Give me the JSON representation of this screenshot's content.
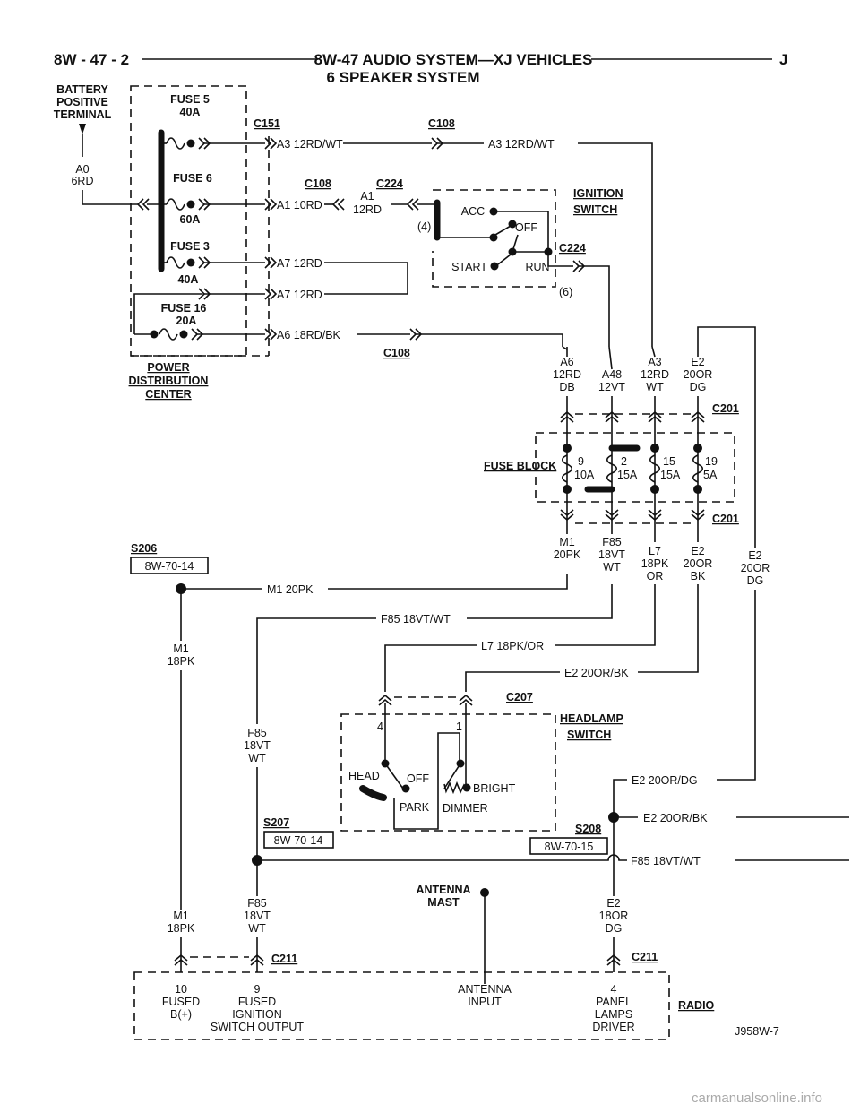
{
  "header": {
    "page": "8W - 47 - 2",
    "title": "8W-47 AUDIO SYSTEM—XJ VEHICLES",
    "section": "J",
    "subtitle": "6 SPEAKER SYSTEM"
  },
  "pdc": {
    "battery": [
      "BATTERY",
      "POSITIVE",
      "TERMINAL"
    ],
    "a0": [
      "A0",
      "6RD"
    ],
    "fuse5": [
      "FUSE 5",
      "40A"
    ],
    "fuse6": [
      "FUSE 6",
      "60A"
    ],
    "fuse3": [
      "FUSE 3",
      "40A"
    ],
    "fuse16": [
      "FUSE 16",
      "20A"
    ],
    "name": [
      "POWER",
      "DISTRIBUTION",
      "CENTER"
    ]
  },
  "connectors": {
    "c151": "C151",
    "c108": "C108",
    "c224": "C224",
    "c201": "C201",
    "c207": "C207",
    "c211": "C211"
  },
  "wires": {
    "a3": "A3 12RD/WT",
    "a1": "A1 10RD",
    "a1b": [
      "A1",
      "12RD"
    ],
    "a7": "A7 12RD",
    "a6": "A6 18RD/BK",
    "m1": "M1 20PK",
    "f85": "F85 18VT/WT",
    "l7": "L7 18PK/OR",
    "e2bk": "E2 20OR/BK",
    "e2dg": "E2 20OR/DG"
  },
  "ignition": {
    "name": [
      "IGNITION",
      "SWITCH"
    ],
    "acc": "ACC",
    "off": "OFF",
    "start": "START",
    "run": "RUN",
    "pin4": "(4)",
    "pin6": "(6)"
  },
  "fuse_block": {
    "name": "FUSE BLOCK",
    "inputs": [
      [
        "A6",
        "12RD",
        "DB"
      ],
      [
        "A48",
        "12VT"
      ],
      [
        "A3",
        "12RD",
        "WT"
      ],
      [
        "E2",
        "20OR",
        "DG"
      ]
    ],
    "fuses": [
      [
        "9",
        "10A"
      ],
      [
        "2",
        "15A"
      ],
      [
        "15",
        "15A"
      ],
      [
        "19",
        "5A"
      ]
    ],
    "outputs": [
      [
        "M1",
        "20PK"
      ],
      [
        "F85",
        "18VT",
        "WT"
      ],
      [
        "L7",
        "18PK",
        "OR"
      ],
      [
        "E2",
        "20OR",
        "BK"
      ]
    ],
    "side": [
      "E2",
      "20OR",
      "DG"
    ]
  },
  "splices": {
    "s206": {
      "name": "S206",
      "ref": "8W-70-14"
    },
    "s207": {
      "name": "S207",
      "ref": "8W-70-14"
    },
    "s208": {
      "name": "S208",
      "ref": "8W-70-15"
    }
  },
  "headlamp": {
    "name": [
      "HEADLAMP",
      "SWITCH"
    ],
    "pin4": "4",
    "pin1": "1",
    "head": "HEAD",
    "off": "OFF",
    "park": "PARK",
    "dimmer": "DIMMER",
    "bright": "BRIGHT"
  },
  "labels": {
    "m1_18pk": [
      "M1",
      "18PK"
    ],
    "f85_18vt_wt": [
      "F85",
      "18VT",
      "WT"
    ],
    "e2_18or_dg": [
      "E2",
      "18OR",
      "DG"
    ],
    "antenna_mast": [
      "ANTENNA",
      "MAST"
    ]
  },
  "radio": {
    "name": "RADIO",
    "pins": [
      [
        "10",
        "FUSED",
        "B(+)"
      ],
      [
        "9",
        "FUSED",
        "IGNITION",
        "SWITCH OUTPUT"
      ],
      [
        "ANTENNA",
        "INPUT"
      ],
      [
        "4",
        "PANEL",
        "LAMPS",
        "DRIVER"
      ]
    ]
  },
  "figure_id": "J958W-7",
  "watermark": "carmanualsonline.info"
}
